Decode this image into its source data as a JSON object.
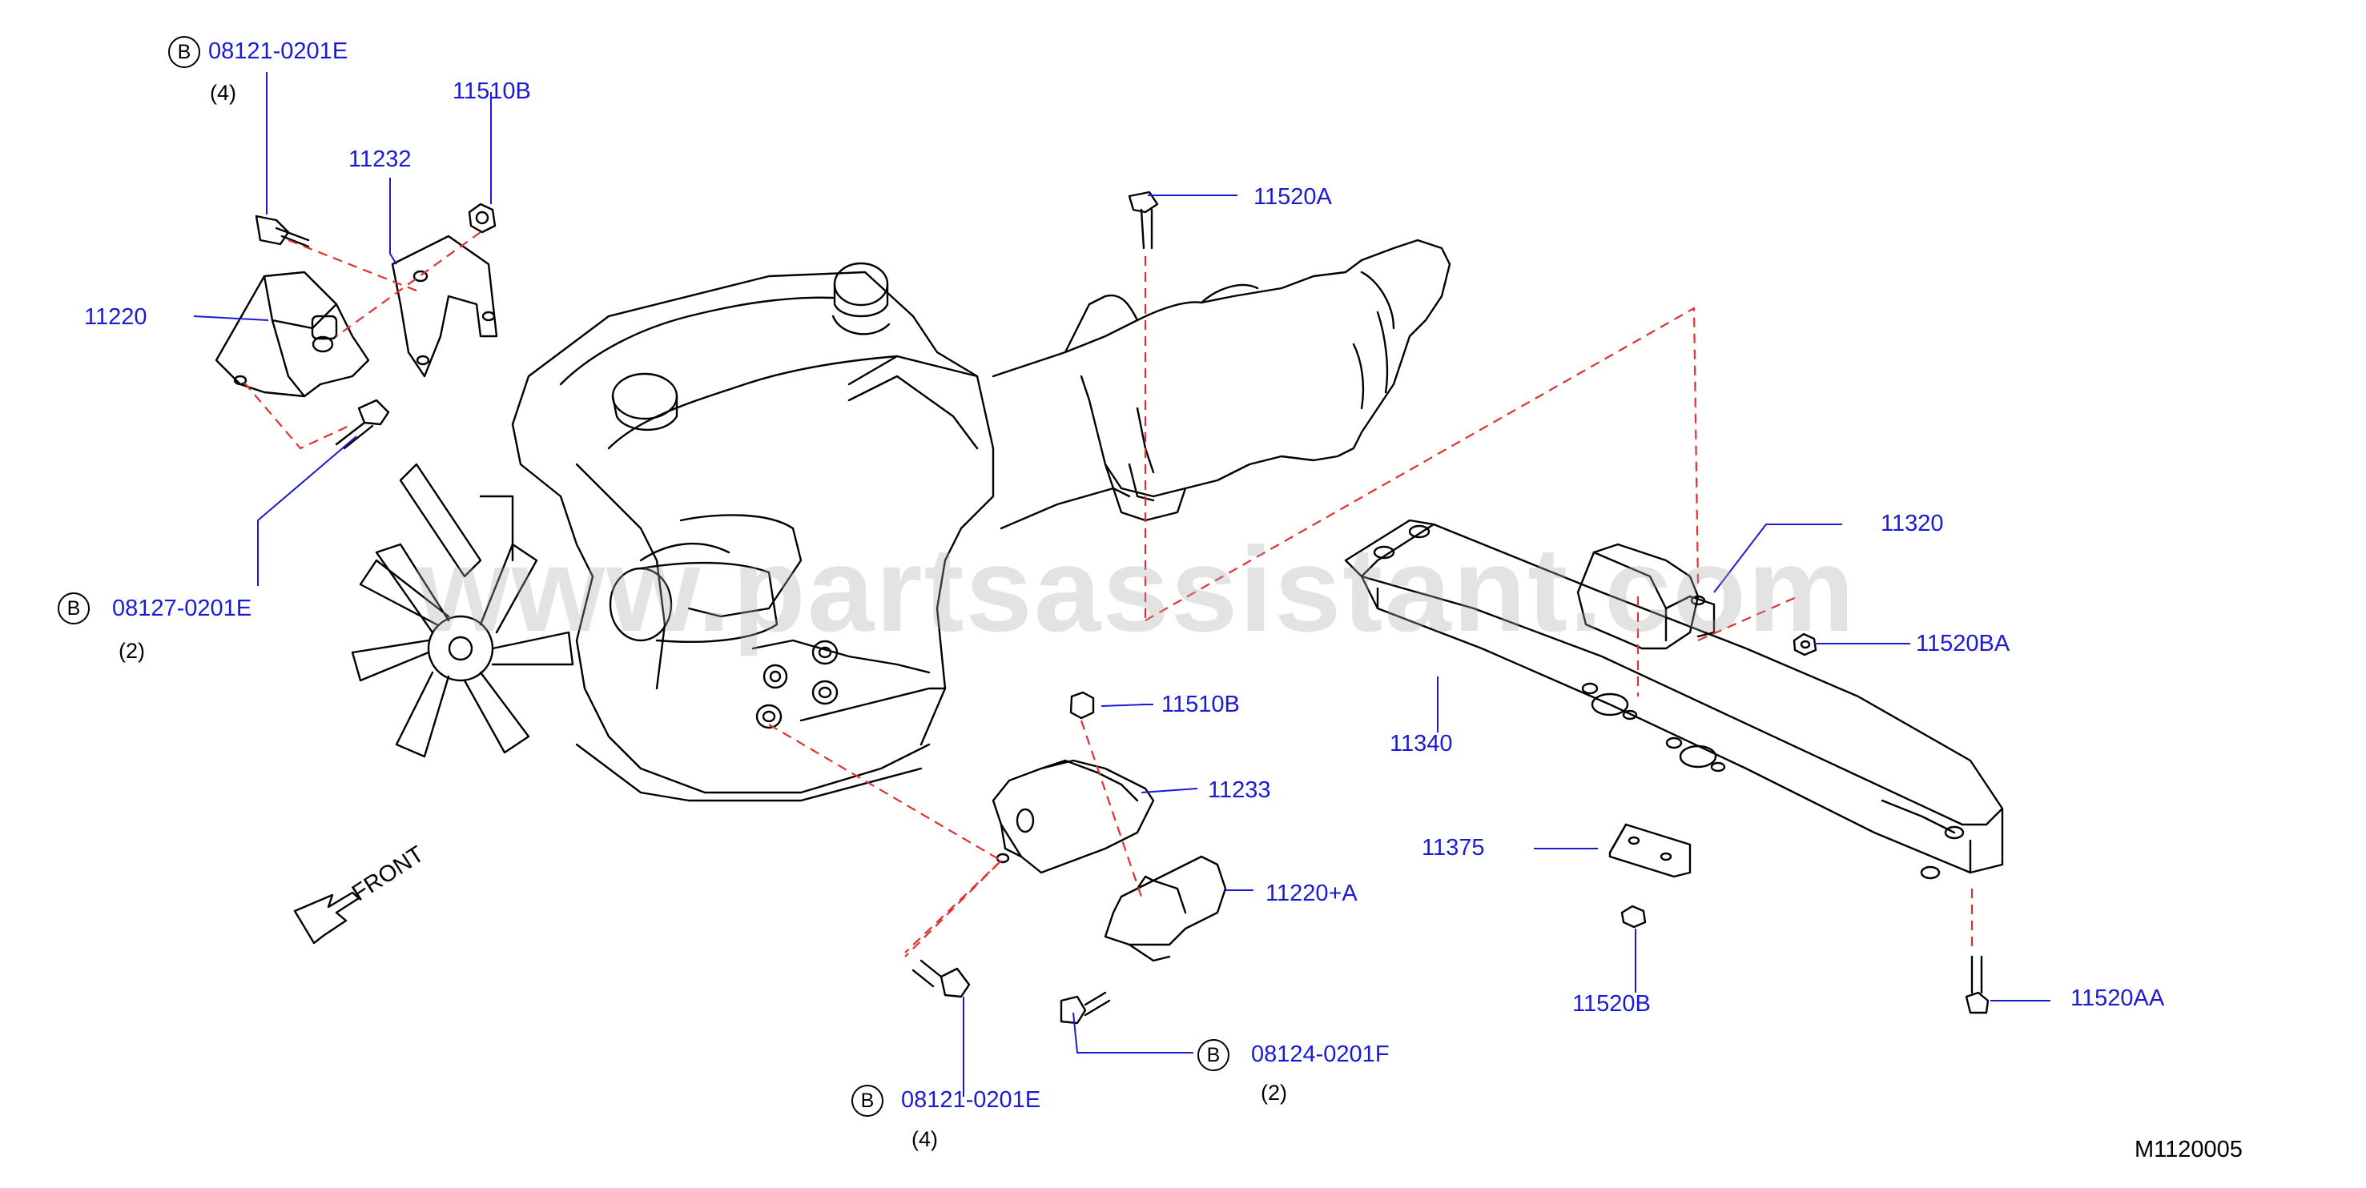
{
  "diagram": {
    "catalog_code": "M1120005",
    "watermark": "www.partsassistant.com",
    "front_label": "FRONT",
    "callouts": [
      {
        "id": "08121-0201E-top",
        "prefix": "B",
        "text": "08121-0201E",
        "qty": "(4)"
      },
      {
        "id": "11510B-top",
        "text": "11510B"
      },
      {
        "id": "11232",
        "text": "11232"
      },
      {
        "id": "11220",
        "text": "11220"
      },
      {
        "id": "08127-0201E",
        "prefix": "B",
        "text": "08127-0201E",
        "qty": "(2)"
      },
      {
        "id": "11520A",
        "text": "11520A"
      },
      {
        "id": "11320",
        "text": "11320"
      },
      {
        "id": "11520BA",
        "text": "11520BA"
      },
      {
        "id": "11340",
        "text": "11340"
      },
      {
        "id": "11510B-bottom",
        "text": "11510B"
      },
      {
        "id": "11233",
        "text": "11233"
      },
      {
        "id": "11220A",
        "text": "11220+A"
      },
      {
        "id": "11375",
        "text": "11375"
      },
      {
        "id": "11520B",
        "text": "11520B"
      },
      {
        "id": "11520AA",
        "text": "11520AA"
      },
      {
        "id": "08124-0201F",
        "prefix": "B",
        "text": "08124-0201F",
        "qty": "(2)"
      },
      {
        "id": "08121-0201E-bottom",
        "prefix": "B",
        "text": "08121-0201E",
        "qty": "(4)"
      }
    ]
  }
}
